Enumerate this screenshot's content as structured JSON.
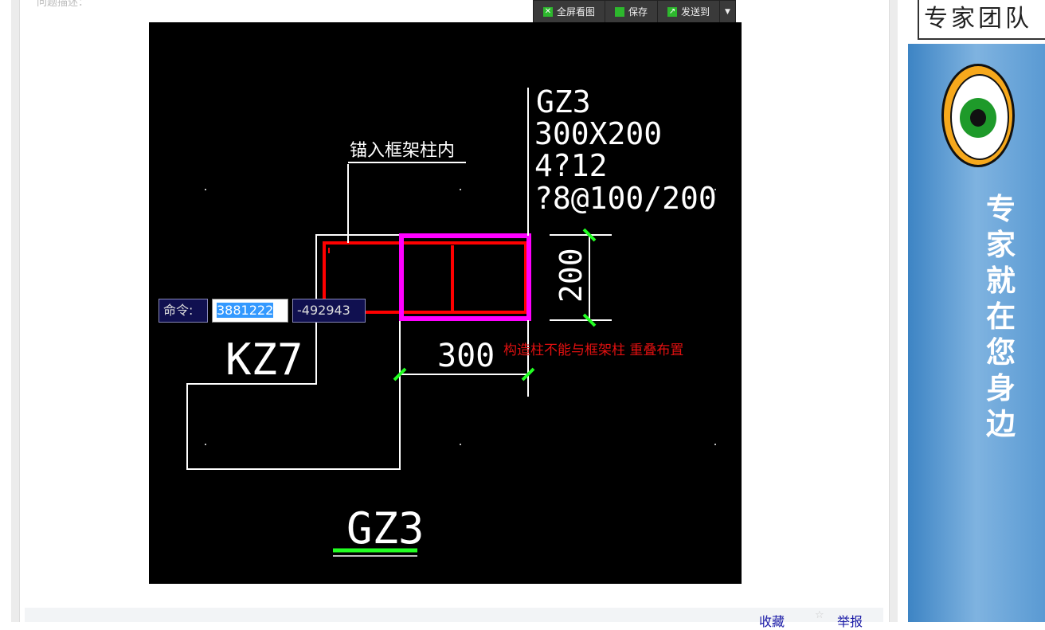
{
  "post": {
    "top_text": "问题描述："
  },
  "toolbar": {
    "fullscreen": "全屏看图",
    "save": "保存",
    "send_to": "发送到"
  },
  "drawing": {
    "anchor_note": "锚入框架柱内",
    "gz_label": "GZ3",
    "gz_size": "300X200",
    "gz_rebar": "4?12",
    "gz_stirrup": "?8@100/200",
    "dim_height": "200",
    "dim_width": "300",
    "column_label": "KZ7",
    "bottom_label": "GZ3",
    "error_note": "构造柱不能与框架柱 重叠布置",
    "command_label": "命令:",
    "coord_x": "3881222",
    "coord_y": "-492943"
  },
  "footer": {
    "favorite": "收藏",
    "report": "举报"
  },
  "ad": {
    "title": "专家团队",
    "slogan": "专家就在您身边"
  }
}
